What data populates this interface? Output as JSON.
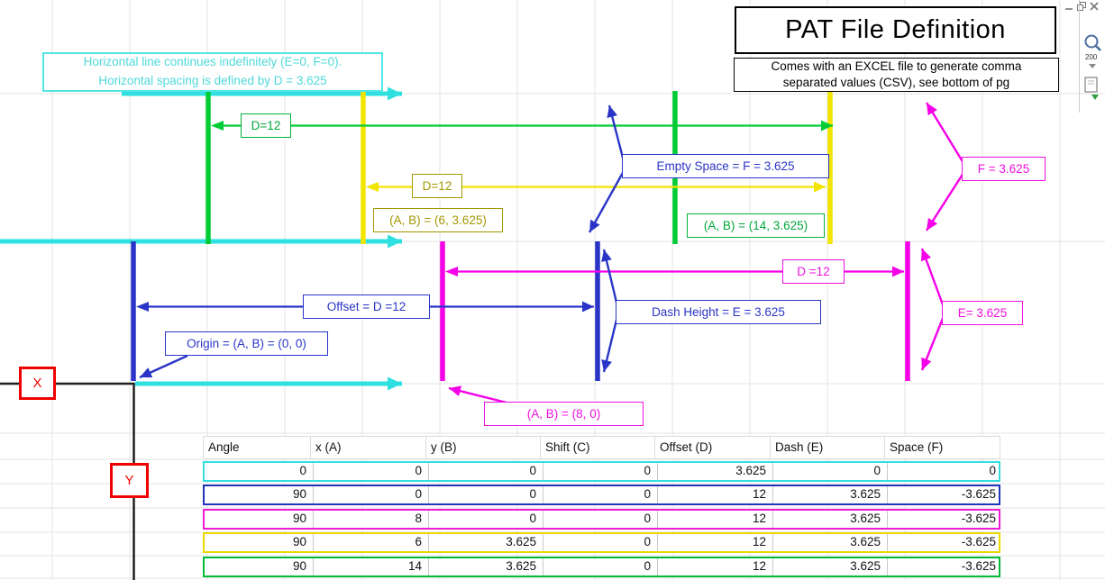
{
  "toolbar": {
    "zoom_value": "200",
    "icons": [
      "minimize-icon",
      "restore-icon",
      "close-icon",
      "zoom-icon",
      "export-icon",
      "dropdown-arrow-icon"
    ]
  },
  "diagram": {
    "title": "PAT File Definition",
    "subtitle_line1": "Comes with an EXCEL file to generate comma",
    "subtitle_line2": "separated values (CSV), see bottom of pg",
    "note_line1": "Horizontal line continues indefinitely (E=0, F=0).",
    "note_line2": "Horizontal spacing is defined by D = 3.625",
    "axis_x": "X",
    "axis_y": "Y",
    "labels": {
      "offset_green": "D=12",
      "offset_yellow": "D=12",
      "empty_space": "Empty Space = F = 3.625",
      "f_value": "F = 3.625",
      "origin_yellow": "(A, B) = (6, 3.625)",
      "origin_green": "(A, B) = (14, 3.625)",
      "offset_blue": "Offset = D =12",
      "offset_magenta": "D =12",
      "dash_height": "Dash Height = E = 3.625",
      "e_value": "E= 3.625",
      "origin_blue": "Origin = (A, B) = (0, 0)",
      "origin_magenta": "(A, B) = (8, 0)"
    },
    "colors": {
      "horizontal_pattern_cyan": "#2ee0e0",
      "vertical_pattern_blue": "#2a35c8",
      "vertical_pattern_magenta": "#f500e8",
      "vertical_pattern_yellow": "#f2e500",
      "vertical_pattern_green": "#00cd36",
      "olive_label": "#a39700",
      "axis_label_red": "#ee0000",
      "axis_black": "#1f1f1f",
      "grid_gray": "#e3e3e3"
    }
  },
  "table": {
    "headers": [
      "Angle",
      "x (A)",
      "y (B)",
      "Shift (C)",
      "Offset (D)",
      "Dash (E)",
      "Space (F)"
    ],
    "rows": [
      {
        "pattern": "horizontal-cyan",
        "cells": [
          "0",
          "0",
          "0",
          "0",
          "3.625",
          "0",
          "0"
        ]
      },
      {
        "pattern": "vertical-blue",
        "cells": [
          "90",
          "0",
          "0",
          "0",
          "12",
          "3.625",
          "-3.625"
        ]
      },
      {
        "pattern": "vertical-magenta",
        "cells": [
          "90",
          "8",
          "0",
          "0",
          "12",
          "3.625",
          "-3.625"
        ]
      },
      {
        "pattern": "vertical-yellow",
        "cells": [
          "90",
          "6",
          "3.625",
          "0",
          "12",
          "3.625",
          "-3.625"
        ]
      },
      {
        "pattern": "vertical-green",
        "cells": [
          "90",
          "14",
          "3.625",
          "0",
          "12",
          "3.625",
          "-3.625"
        ]
      }
    ]
  }
}
